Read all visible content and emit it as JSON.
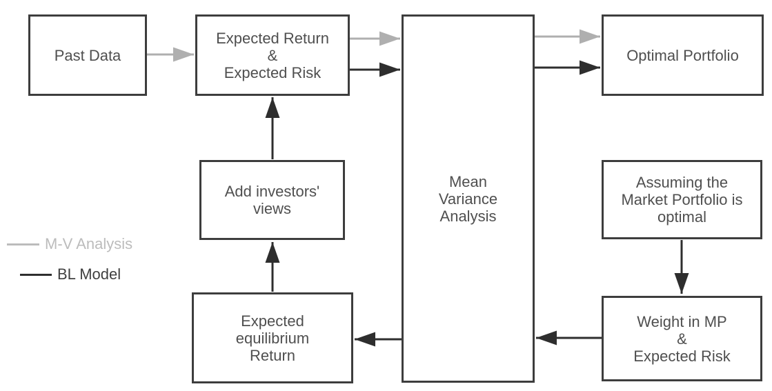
{
  "nodes": {
    "past_data": {
      "label": "Past Data"
    },
    "expected_return_risk": {
      "label": "Expected Return\n&\nExpected Risk"
    },
    "mean_variance": {
      "label": "Mean\nVariance\nAnalysis"
    },
    "optimal_portfolio": {
      "label": "Optimal Portfolio"
    },
    "add_views": {
      "label": "Add investors'\nviews"
    },
    "assuming_market": {
      "label": "Assuming the\nMarket Portfolio is\noptimal"
    },
    "equilibrium_return": {
      "label": "Expected\nequilibrium\nReturn"
    },
    "weight_mp": {
      "label": "Weight in MP\n&\nExpected Risk"
    }
  },
  "legend": {
    "mv": {
      "label": "M-V Analysis"
    },
    "bl": {
      "label": "BL Model"
    }
  },
  "colors": {
    "mv_line": "#afafaf",
    "bl_line": "#2e2e2e",
    "box_border": "#3d3d3d",
    "text": "#4f4f4f",
    "legend_mv": "#bcbcbc",
    "legend_bl_text": "#3f3f3f",
    "background": "#ffffff"
  }
}
